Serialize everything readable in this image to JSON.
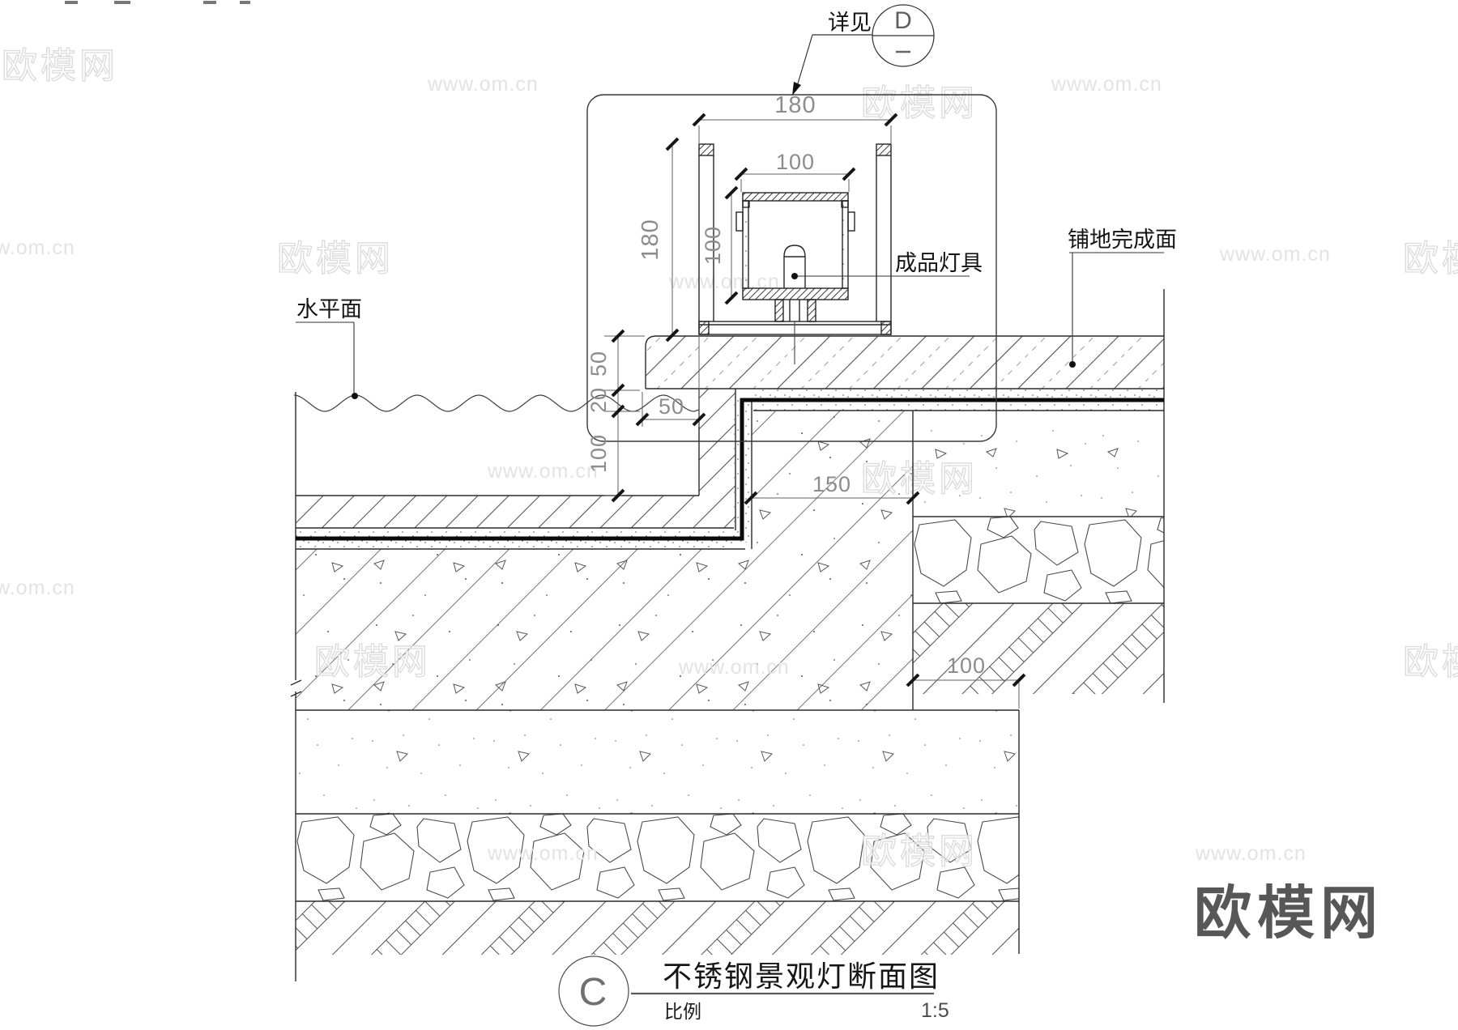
{
  "callout": {
    "see_text": "详见",
    "detail_letter": "D"
  },
  "labels": {
    "water_surface": "水平面",
    "finished_light": "成品灯具",
    "paving_finish": "铺地完成面"
  },
  "dimensions": {
    "outer_width": "180",
    "outer_height": "180",
    "inner_width": "100",
    "inner_height": "100",
    "slab_thickness": "50",
    "joint_gap": "20",
    "wall_depth": "100",
    "slab_overhang": "50",
    "wall_width": "150",
    "footing_offset": "100"
  },
  "title_block": {
    "detail_letter": "C",
    "title": "不锈钢景观灯断面图",
    "scale_label": "比例",
    "scale_value": "1:5"
  },
  "watermarks": {
    "brand": "欧模网",
    "site": "www.om.cn"
  }
}
